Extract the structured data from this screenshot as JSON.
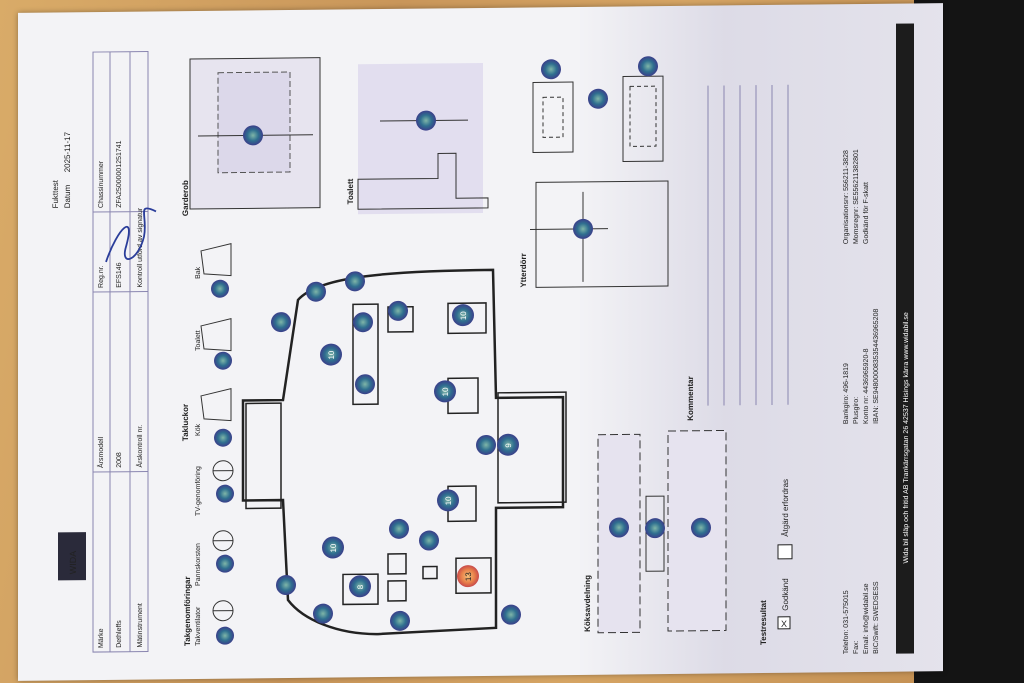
{
  "header": {
    "title": "Fukttest",
    "datum_label": "Datum",
    "datum_value": "2025-11-17",
    "marke_label": "Märke",
    "marke_value": "Dethleffs",
    "matinstrument_label": "Mätinstrument",
    "arsmodell_label": "Årsmodell",
    "arsmodell_value": "2008",
    "arskontroll_label": "Årskontroll nr.",
    "regnr_label": "Reg.nr.",
    "regnr_value": "EFS146",
    "kontroll_label": "Kontroll utförd av signatur",
    "chassinummer_label": "Chassinummer",
    "chassinummer_value": "ZFA2500000125174​1",
    "logo_text": "WIDA"
  },
  "sections": {
    "takgenomforingar": "Takgenomföringar",
    "takventilator": "Takventilator",
    "pannskorsten": "Pannskorsten",
    "tv_genomforing": "TV-genomföring",
    "takluckor": "Takluckor",
    "kok": "Kök",
    "toalett_lucka": "Toalett",
    "bak": "Bak",
    "garderob": "Garderob",
    "toalett": "Toalett",
    "ytterdorr": "Ytterdörr",
    "koksavdelning": "Köksavdelning",
    "kommentar": "Kommentar",
    "testresultat": "Testresultat",
    "godkand": "Godkänd",
    "godkand_mark": "X",
    "atgard": "Åtgärd erfordras"
  },
  "readings": {
    "r13": "13",
    "r10a": "10",
    "r10b": "10",
    "r10c": "10",
    "r10d": "10",
    "r10e": "10",
    "r9": "9",
    "r8": "8"
  },
  "footer": {
    "telefon": "Telefon: 031-575015",
    "fax": "Fax:",
    "email": "Email: info@widabil.se",
    "bic": "BIC/Swift: SWEDSESS",
    "bankgiro": "Bankgiro: 496-1819",
    "plusgiro": "Plusgiro:",
    "konto": "Konto nr: 4436965920-8",
    "iban": "IBAN: SE9480000835354436965208",
    "orgnr": "Organisationsnr: 556211-3828",
    "momsreg": "Momsregnr: SE556211382801",
    "fskatt": "Godkänd för F-skatt",
    "bar": "Wida bil släp och fritid AB  Trankärrsgatan 26 42537 Hisings kärra  www.widabil.se"
  },
  "colors": {
    "blob": "#2f6f8f",
    "blob_hot": "#e8804a",
    "bar": "#1c1c1c"
  }
}
